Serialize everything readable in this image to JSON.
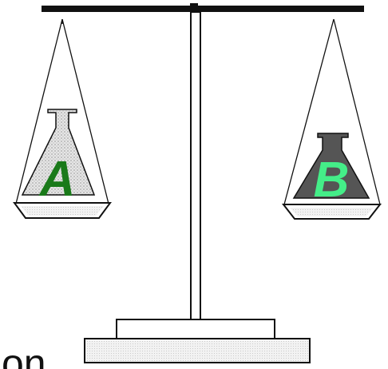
{
  "labels": {
    "left_flask": "A",
    "right_flask": "B",
    "partial_text": "on"
  },
  "colors": {
    "label_a": "#1a7a1a",
    "label_b": "#44ee88",
    "flask_b_fill": "#555555",
    "stroke": "#111111"
  }
}
